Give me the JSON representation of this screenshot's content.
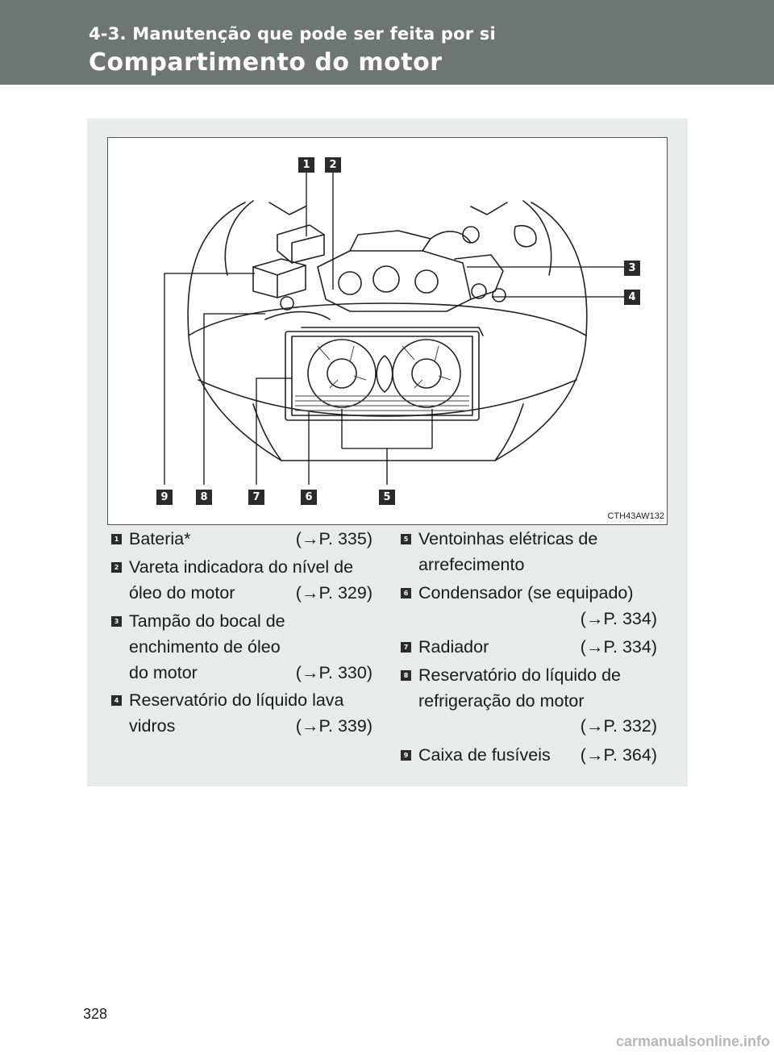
{
  "header": {
    "section": "4-3. Manutenção que pode ser feita por si",
    "title": "Compartimento do motor"
  },
  "figure": {
    "code": "CTH43AW132",
    "callouts": [
      "1",
      "2",
      "3",
      "4",
      "5",
      "6",
      "7",
      "8",
      "9"
    ]
  },
  "items": [
    {
      "num": "1",
      "lines": [
        "Bateria*"
      ],
      "ref": "(→P. 335)"
    },
    {
      "num": "2",
      "lines": [
        "Vareta indicadora do nível de",
        "óleo do motor"
      ],
      "ref": "(→P. 329)"
    },
    {
      "num": "3",
      "lines": [
        "Tampão do bocal de",
        "enchimento de óleo",
        "do motor"
      ],
      "ref": "(→P. 330)"
    },
    {
      "num": "4",
      "lines": [
        "Reservatório do líquido lava",
        "vidros"
      ],
      "ref": "(→P. 339)"
    },
    {
      "num": "5",
      "lines": [
        "Ventoinhas elétricas de",
        "arrefecimento"
      ],
      "ref": ""
    },
    {
      "num": "6",
      "lines": [
        "Condensador (se equipado)"
      ],
      "ref": "(→P. 334)"
    },
    {
      "num": "7",
      "lines": [
        "Radiador"
      ],
      "ref": "(→P. 334)"
    },
    {
      "num": "8",
      "lines": [
        "Reservatório do líquido de",
        "refrigeração do motor"
      ],
      "ref": "(→P. 332)"
    },
    {
      "num": "9",
      "lines": [
        "Caixa de fusíveis"
      ],
      "ref": "(→P. 364)"
    }
  ],
  "page_number": "328",
  "footer": "carmanualsonline.info"
}
